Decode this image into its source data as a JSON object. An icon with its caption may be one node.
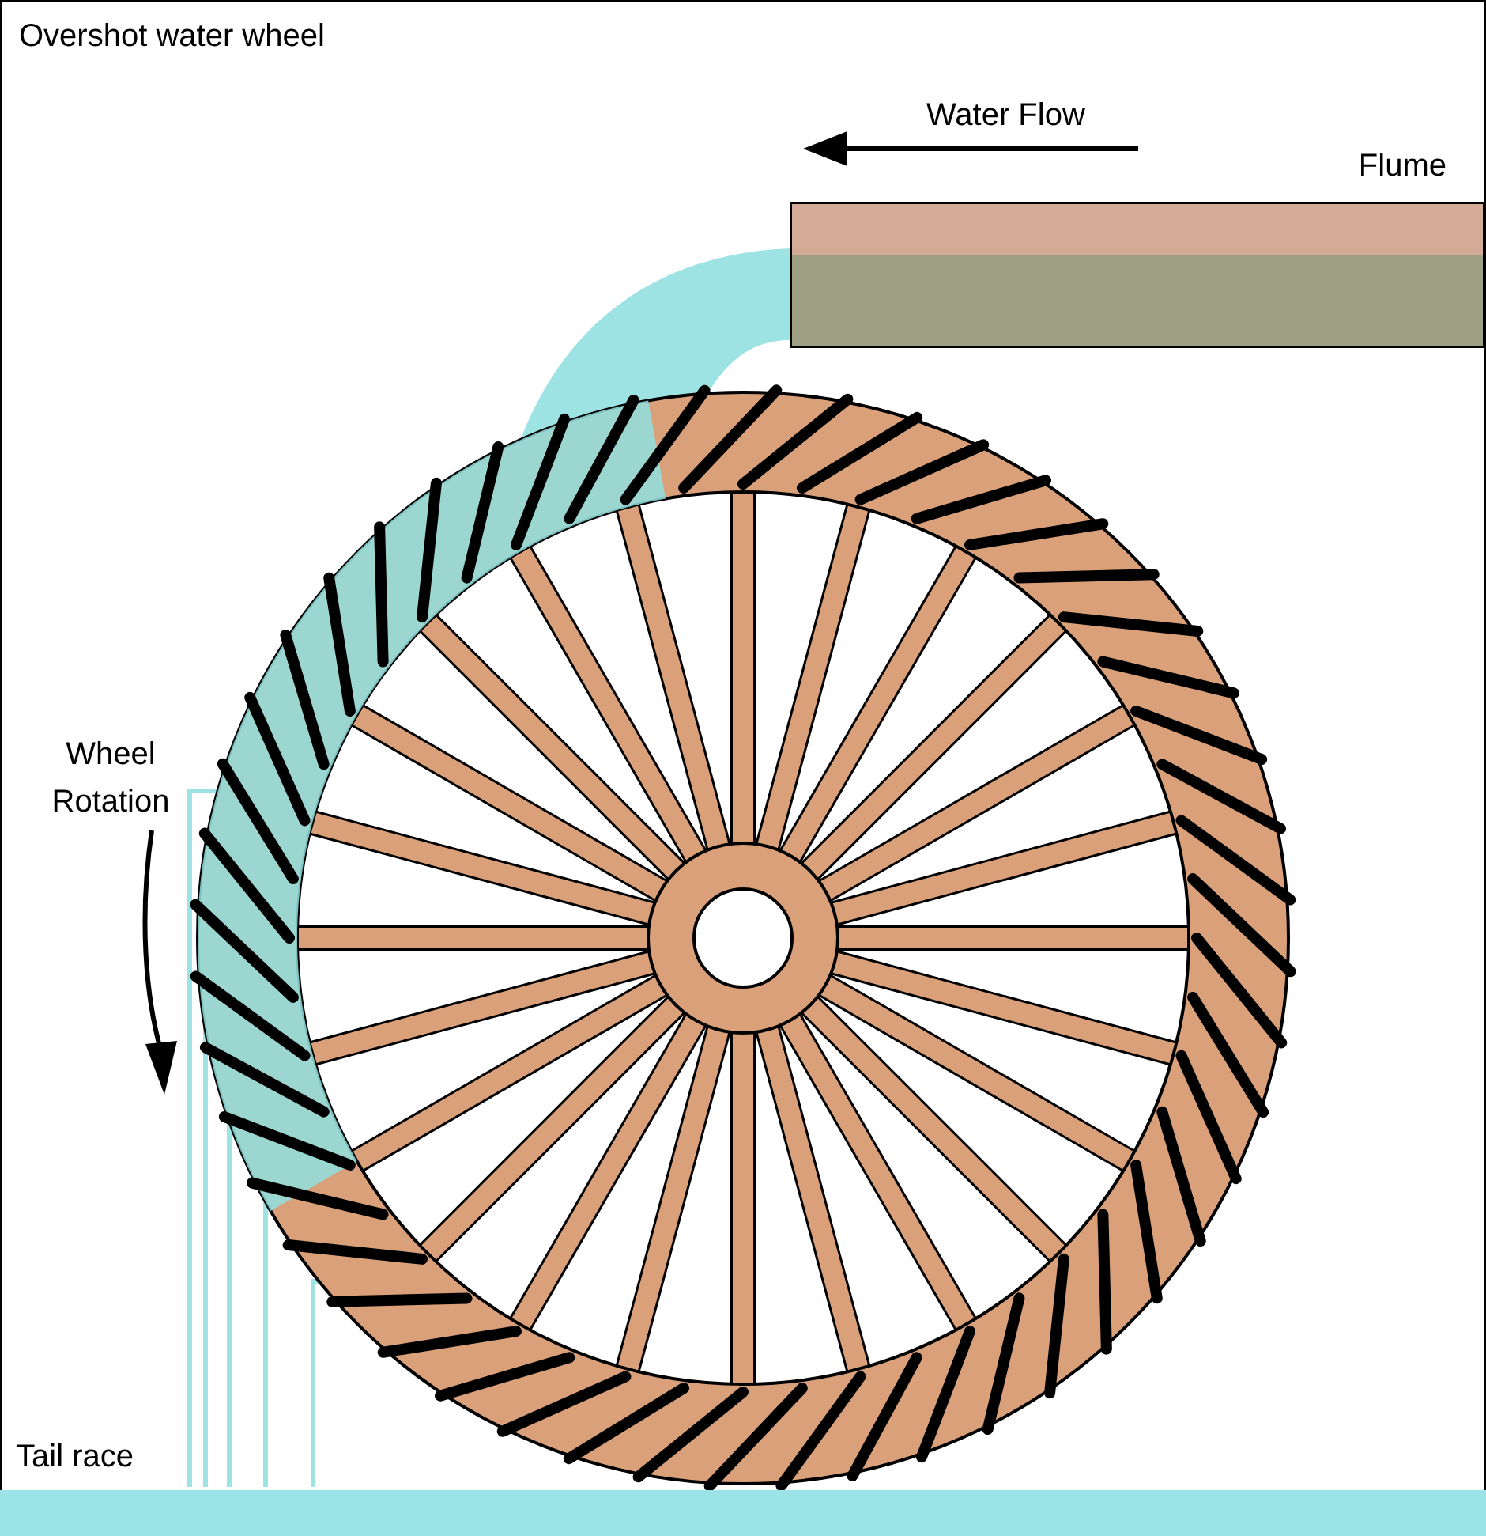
{
  "diagram": {
    "title": "Overshot water wheel",
    "nodes": [
      {
        "text": [
          "Flume"
        ]
      },
      {
        "text": [
          "Tail race"
        ]
      }
    ],
    "labels": [
      "Water Flow",
      "Wheel Rotation"
    ]
  }
}
